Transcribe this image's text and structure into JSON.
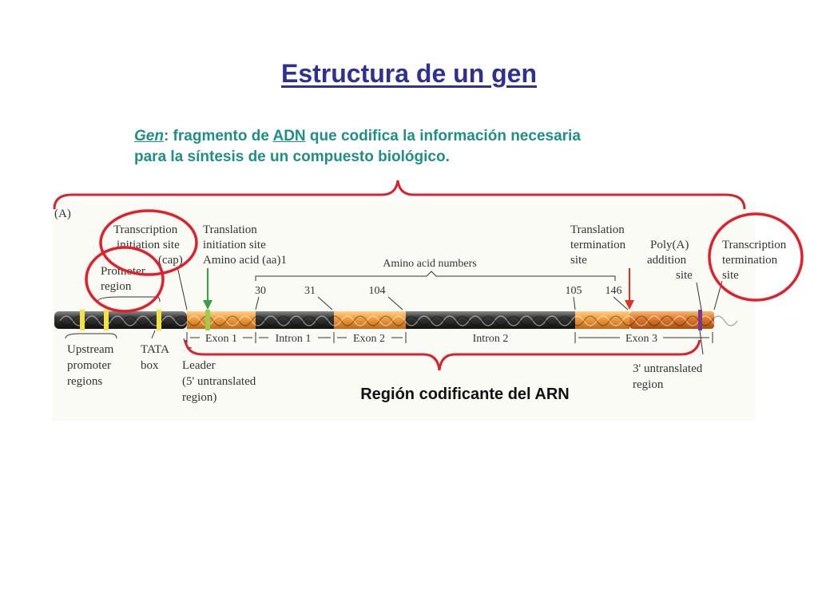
{
  "title": "Estructura de un gen",
  "definition": {
    "term": "Gen",
    "text1": ": fragmento de ",
    "link": "ADN",
    "text2": " que codifica la información necesaria",
    "line2": "para la síntesis de un compuesto biológico."
  },
  "figure": {
    "panel_label": "(A)",
    "labels": {
      "transcription_initiation": [
        "Transcription",
        "initiation site",
        "(cap)"
      ],
      "promoter_region": [
        "Promoter",
        "region"
      ],
      "translation_initiation": [
        "Translation",
        "initiation site",
        "Amino acid (aa)1"
      ],
      "amino_acid_numbers": "Amino acid numbers",
      "translation_termination": [
        "Translation",
        "termination",
        "site"
      ],
      "polya_addition": [
        "Poly(A)",
        "addition",
        "site"
      ],
      "transcription_termination": [
        "Transcription",
        "termination",
        "site"
      ],
      "upstream_promoter": [
        "Upstream",
        "promoter",
        "regions"
      ],
      "tata_box": [
        "TATA",
        "box"
      ],
      "leader": [
        "Leader",
        "(5' untranslated",
        "region)"
      ],
      "utr3": [
        "3' untranslated",
        "region"
      ]
    },
    "numbers": [
      "30",
      "31",
      "104",
      "105",
      "146"
    ],
    "segments": [
      "Exon 1",
      "Intron 1",
      "Exon 2",
      "Intron 2",
      "Exon 3"
    ],
    "coding_region_label": "Región codificante del ARN"
  },
  "colors": {
    "title": "#2e3192",
    "definition": "#1f8f86",
    "highlight_circle": "#e0202a",
    "exon": "#f0a040",
    "intron": "#2a2a2a",
    "brace": "#d4242c",
    "translation_start_arrow": "#3aa040",
    "translation_stop_arrow": "#e03020"
  }
}
